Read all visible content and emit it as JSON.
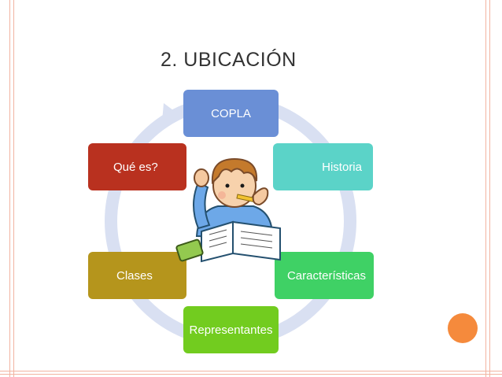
{
  "slide": {
    "title": "2. UBICACIÓN"
  },
  "diagram": {
    "nodes": [
      {
        "label": "COPLA",
        "color": "#6a8fd6"
      },
      {
        "label": "Historia",
        "color": "#5bd3c8"
      },
      {
        "label": "Características",
        "color": "#3fd165"
      },
      {
        "label": "Representantes",
        "color": "#72cc1f"
      },
      {
        "label": "Clases",
        "color": "#b5951c"
      },
      {
        "label": "Qué es?",
        "color": "#b9311f"
      }
    ],
    "ring_color": "#d9e0f2",
    "center_image": "student-studying-illustration"
  },
  "decor": {
    "line_color": "#f2b3a1",
    "dot_color": "#f58a3c"
  }
}
